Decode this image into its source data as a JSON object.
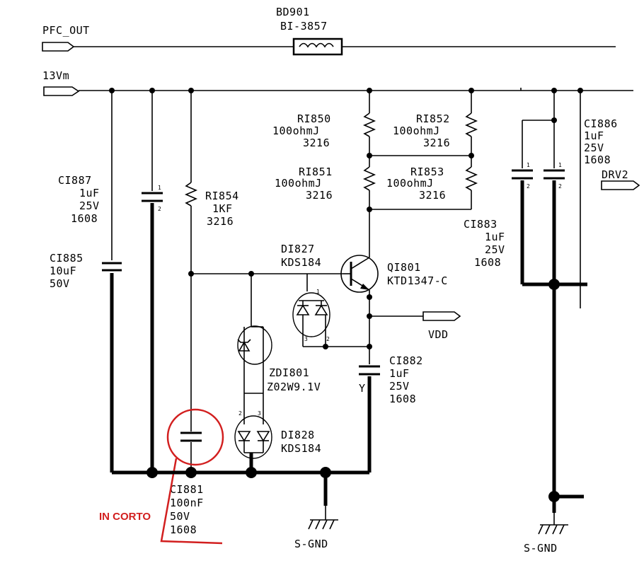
{
  "nets": {
    "pfc_out": "PFC_OUT",
    "v13": "13Vm",
    "vdd": "VDD",
    "drv2": "DRV2",
    "sgnd_left": "S-GND",
    "sgnd_right": "S-GND"
  },
  "components": {
    "bd901": {
      "ref": "BD901",
      "value": "BI-3857"
    },
    "ri850": {
      "ref": "RI850",
      "value": "100ohmJ",
      "package": "3216"
    },
    "ri852": {
      "ref": "RI852",
      "value": "100ohmJ",
      "package": "3216"
    },
    "ri851": {
      "ref": "RI851",
      "value": "100ohmJ",
      "package": "3216"
    },
    "ri853": {
      "ref": "RI853",
      "value": "100ohmJ",
      "package": "3216"
    },
    "ri854": {
      "ref": "RI854",
      "value": "1KF",
      "package": "3216"
    },
    "ci887": {
      "ref": "CI887",
      "value": "1uF",
      "voltage": "25V",
      "package": "1608"
    },
    "ci885": {
      "ref": "CI885",
      "value": "10uF",
      "voltage": "50V"
    },
    "ci881": {
      "ref": "CI881",
      "value": "100nF",
      "voltage": "50V",
      "package": "1608"
    },
    "ci882": {
      "ref": "CI882",
      "value": "1uF",
      "voltage": "25V",
      "package": "1608"
    },
    "ci883": {
      "ref": "CI883",
      "value": "1uF",
      "voltage": "25V",
      "package": "1608"
    },
    "ci886": {
      "ref": "CI886",
      "value": "1uF",
      "voltage": "25V",
      "package": "1608"
    },
    "di827": {
      "ref": "DI827",
      "value": "KDS184"
    },
    "di828": {
      "ref": "DI828",
      "value": "KDS184"
    },
    "zdi801": {
      "ref": "ZDI801",
      "value": "Z02W9.1V"
    },
    "qi801": {
      "ref": "QI801",
      "value": "KTD1347-C"
    }
  },
  "pins": {
    "p1": "1",
    "p2": "2",
    "p3": "3",
    "y": "Y"
  },
  "annotation": {
    "text": "IN CORTO",
    "color": "#d21f1f"
  }
}
